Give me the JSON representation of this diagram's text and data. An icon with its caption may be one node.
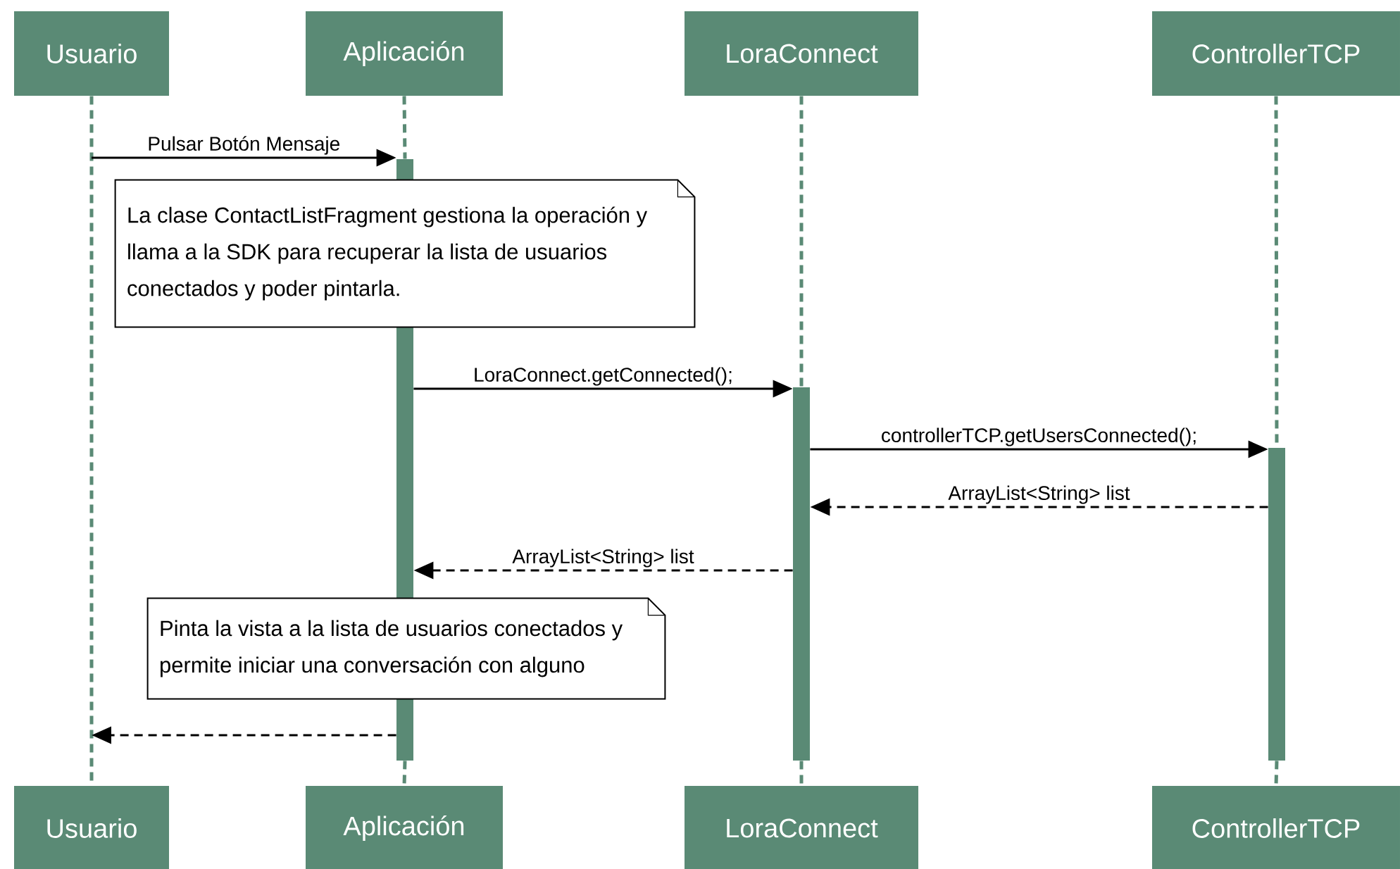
{
  "diagram": {
    "nodes": [
      {
        "text": [
          "Usuario"
        ]
      },
      {
        "text": [
          "Aplicación"
        ]
      },
      {
        "text": [
          "LoraConnect"
        ]
      },
      {
        "text": [
          "ControllerTCP"
        ]
      },
      {
        "text": [
          "Usuario"
        ]
      },
      {
        "text": [
          "Aplicación"
        ]
      },
      {
        "text": [
          "LoraConnect"
        ]
      },
      {
        "text": [
          "ControllerTCP"
        ]
      },
      {
        "text": [],
        "shape": "bar"
      },
      {
        "text": [],
        "shape": "bar"
      },
      {
        "text": [],
        "shape": "bar"
      },
      {
        "text": [
          "La clase ContactListFragment gestiona la operación y llama a la SDK para recuperar la lista de usuarios conectados y poder pintarla."
        ]
      },
      {
        "text": [
          "Pinta la vista a la lista de usuarios conectados y permite iniciar una conversación con alguno"
        ]
      }
    ],
    "edges": [
      {
        "from": 0,
        "to": 4,
        "arrow": "none",
        "style": "dashed",
        "color": "#5a8a75"
      },
      {
        "from": 1,
        "to": 8,
        "arrow": "none",
        "style": "dashed",
        "color": "#5a8a75"
      },
      {
        "from": 8,
        "to": 5,
        "arrow": "none",
        "style": "dashed",
        "color": "#5a8a75"
      },
      {
        "from": 2,
        "to": 9,
        "arrow": "none",
        "style": "dashed",
        "color": "#5a8a75"
      },
      {
        "from": 9,
        "to": 6,
        "arrow": "none",
        "style": "dashed",
        "color": "#5a8a75"
      },
      {
        "from": 3,
        "to": 10,
        "arrow": "none",
        "style": "dashed",
        "color": "#5a8a75"
      },
      {
        "from": 10,
        "to": 7,
        "arrow": "none",
        "style": "dashed",
        "color": "#5a8a75"
      },
      {
        "from": null,
        "to": 8,
        "arrow": "to",
        "color": "#000000",
        "label": "Pulsar Botón Mensaje"
      },
      {
        "from": 8,
        "to": 9,
        "arrow": "to",
        "color": "#000000",
        "label": "LoraConnect.getConnected();"
      },
      {
        "from": 9,
        "to": 10,
        "arrow": "to",
        "color": "#000000",
        "label": "controllerTCP.getUsersConnected();"
      },
      {
        "from": 10,
        "to": 9,
        "arrow": "to",
        "style": "dashed",
        "color": "#000000",
        "label": "ArrayList<String> list"
      },
      {
        "from": 9,
        "to": 8,
        "arrow": "to",
        "style": "dashed",
        "color": "#000000",
        "label": "ArrayList<String> list"
      },
      {
        "from": 8,
        "to": null,
        "arrow": "to",
        "style": "dashed",
        "color": "#000000"
      }
    ]
  }
}
